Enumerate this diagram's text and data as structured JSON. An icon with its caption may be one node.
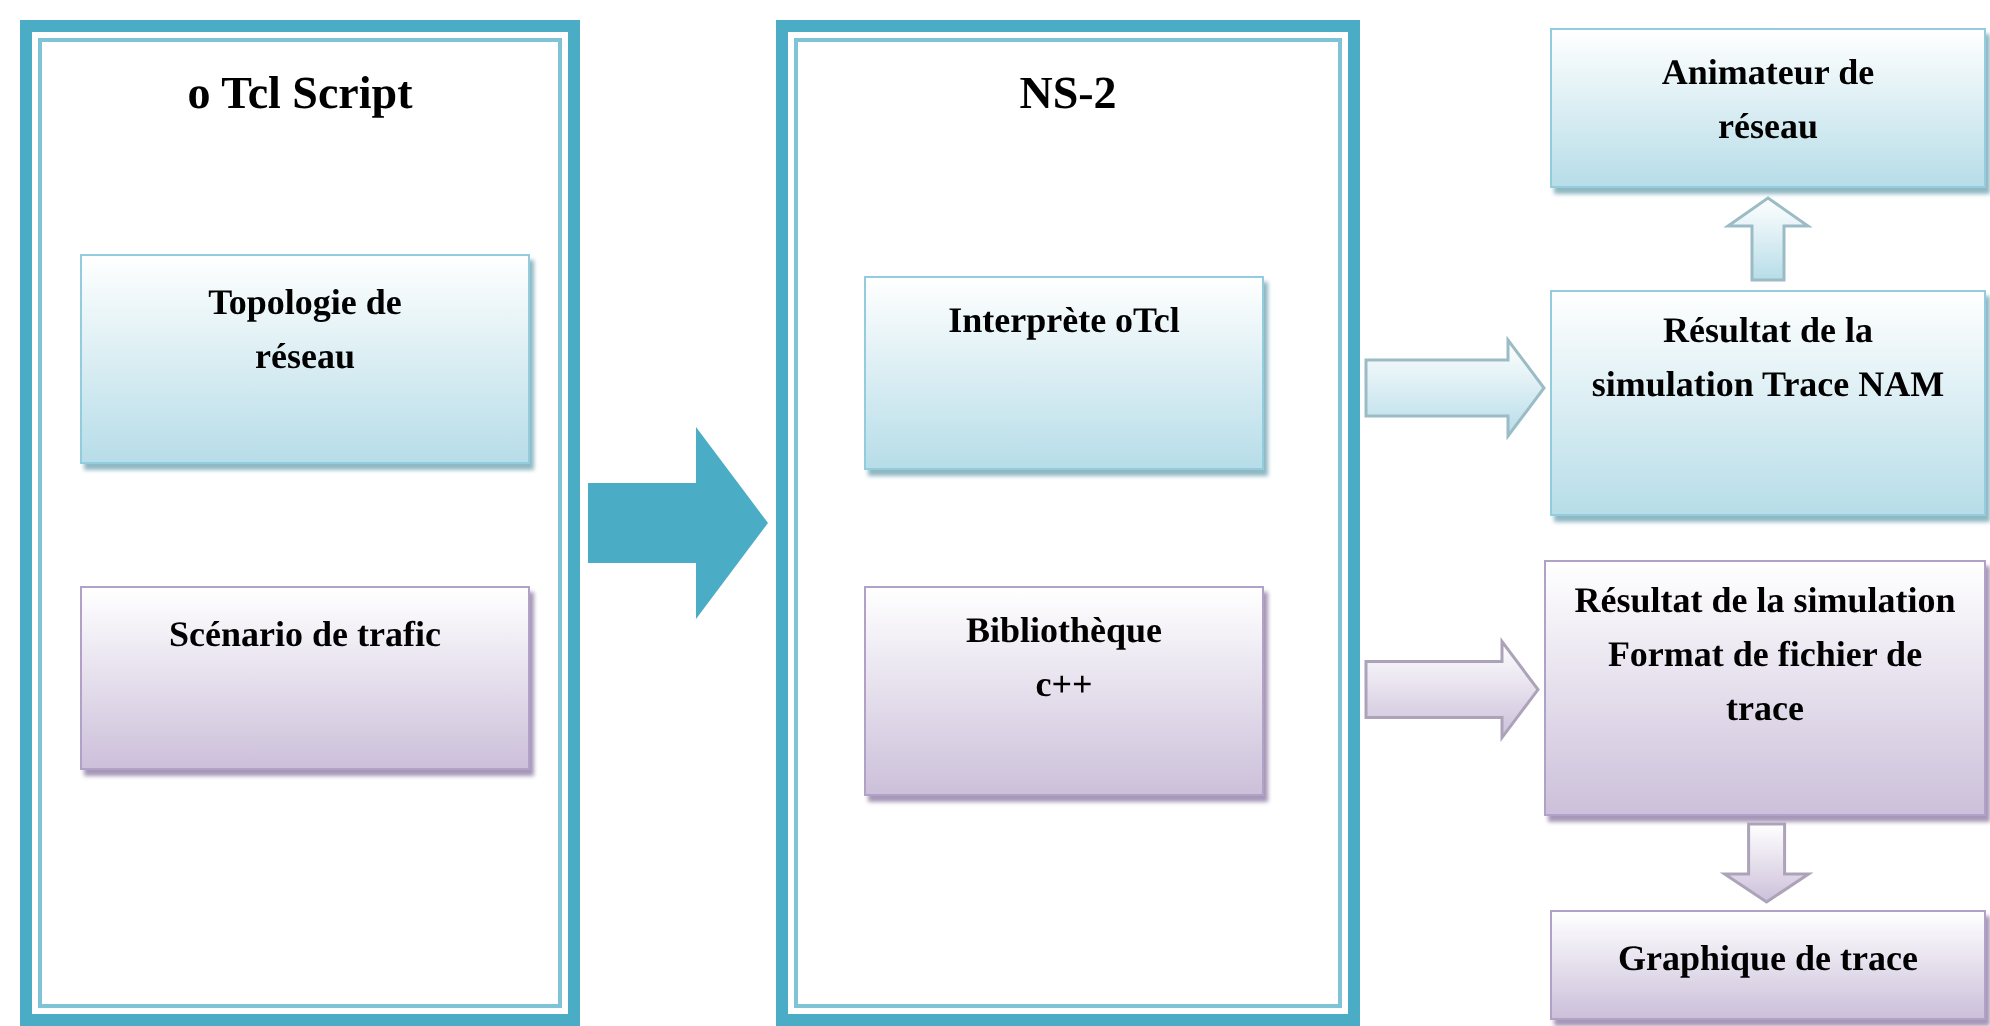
{
  "diagram": {
    "nodes": [
      {
        "text": [
          "o Tcl Script"
        ]
      },
      {
        "text": [
          "Topologie de réseau"
        ],
        "in": 0
      },
      {
        "text": [
          "Scénario de trafic"
        ],
        "in": 0
      },
      {
        "text": [
          "NS-2"
        ]
      },
      {
        "text": [
          "Interprète oTcl"
        ],
        "in": 3
      },
      {
        "text": [
          "Bibliothèque c++"
        ],
        "in": 3
      },
      {
        "text": [
          "Animateur de réseau"
        ]
      },
      {
        "text": [
          "Résultat de la simulation Trace NAM"
        ]
      },
      {
        "text": [
          "Résultat de la simulation Format de fichier de trace"
        ]
      },
      {
        "text": [
          "Graphique de trace"
        ]
      }
    ],
    "edges": [
      {
        "from": 0,
        "to": 3,
        "arrow": "to",
        "style": "thick",
        "color": "#4bacc6"
      },
      {
        "from": 4,
        "to": 7,
        "arrow": "to",
        "color": "#b7dde8"
      },
      {
        "from": 5,
        "to": 8,
        "arrow": "to",
        "color": "#ccc0da"
      },
      {
        "from": 7,
        "to": 6,
        "arrow": "to",
        "color": "#b7dde8"
      },
      {
        "from": 8,
        "to": 9,
        "arrow": "to",
        "color": "#ccc0da"
      }
    ]
  }
}
